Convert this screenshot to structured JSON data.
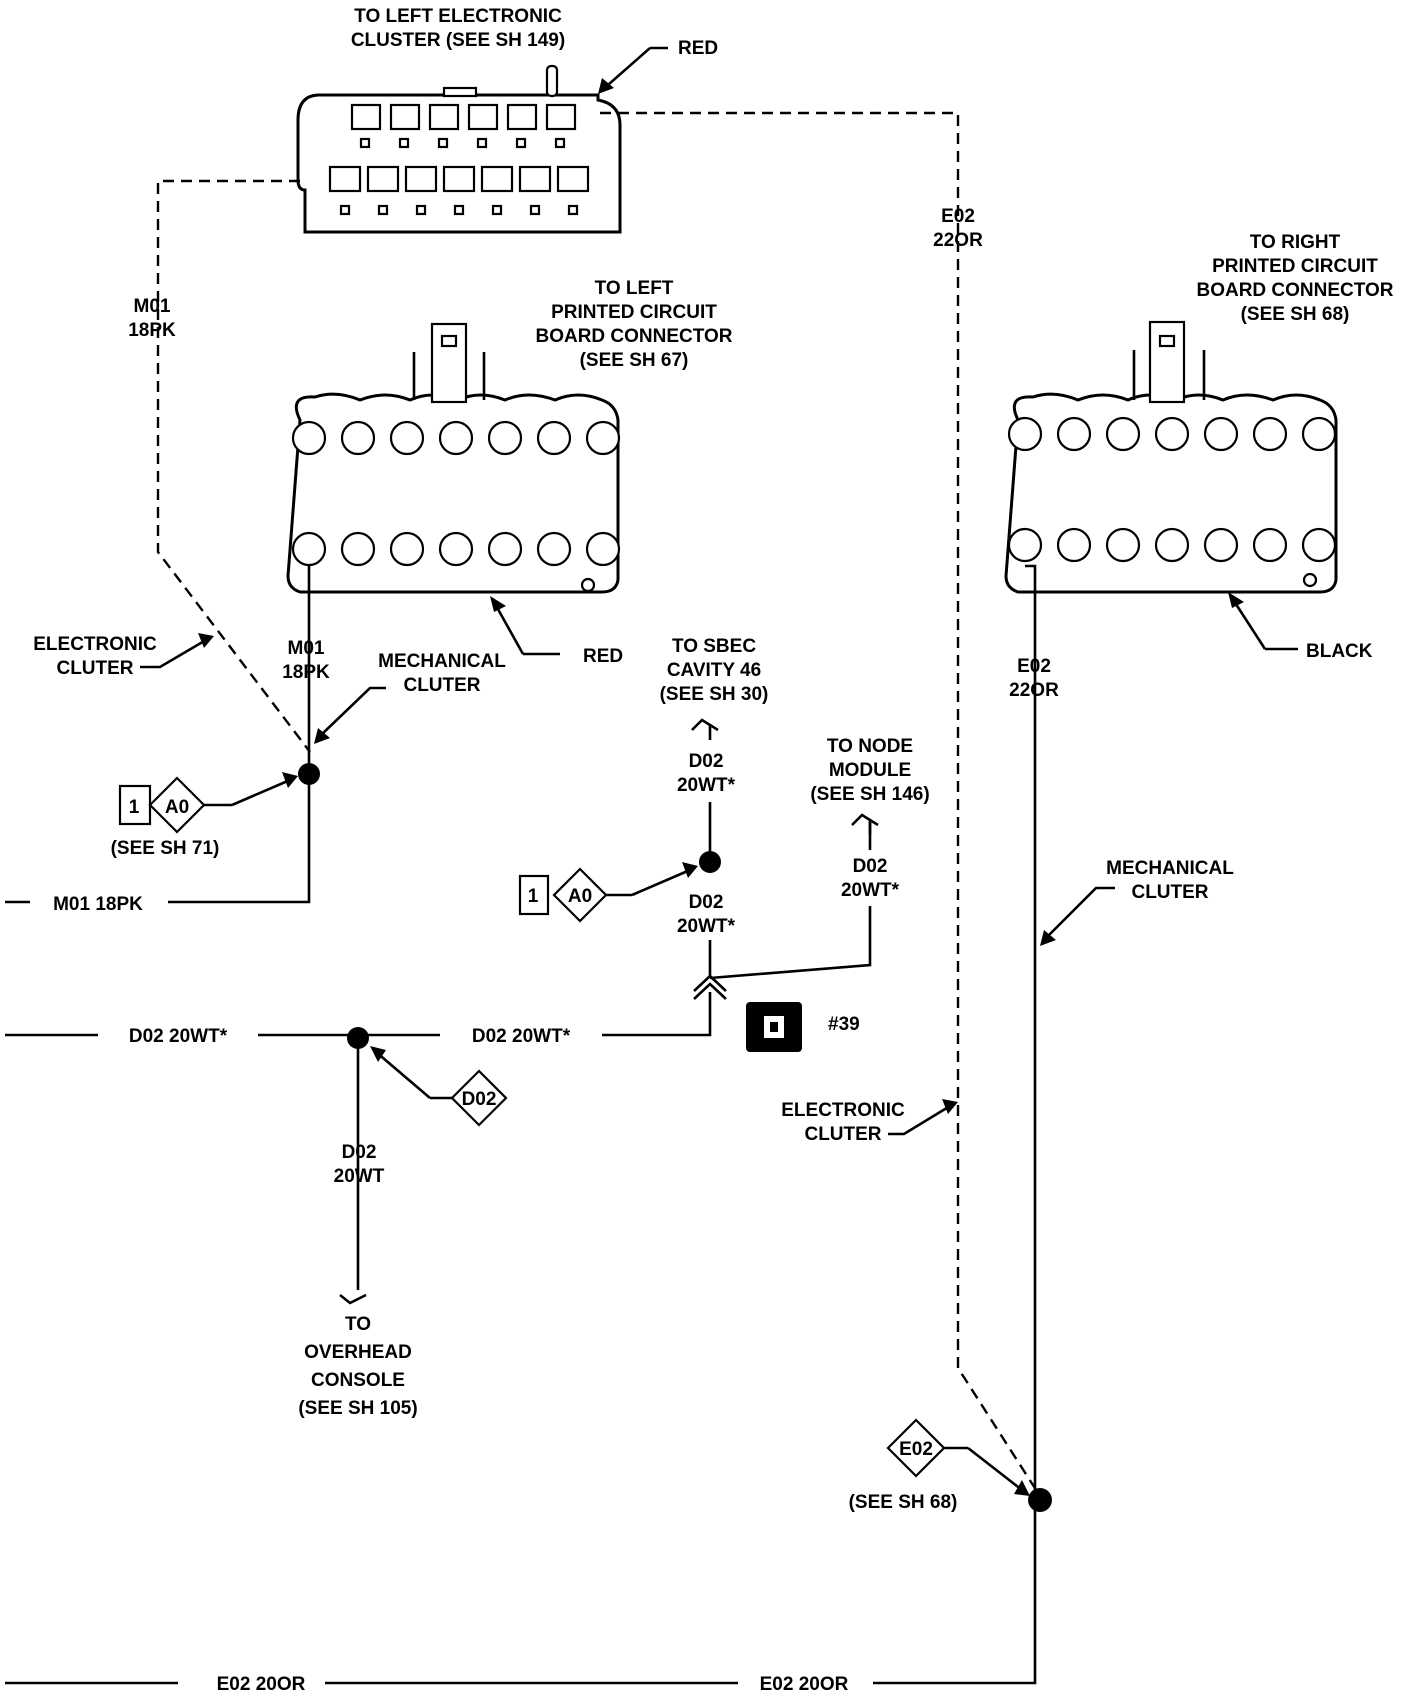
{
  "connectors": {
    "cluster": {
      "label_lines": [
        "TO LEFT ELECTRONIC",
        "CLUSTER (SEE SH 149)"
      ],
      "color": "RED"
    },
    "left_pcb": {
      "label_lines": [
        "TO LEFT",
        "PRINTED CIRCUIT",
        "BOARD CONNECTOR",
        "(SEE SH 67)"
      ],
      "color": "RED"
    },
    "right_pcb": {
      "label_lines": [
        "TO RIGHT",
        "PRINTED CIRCUIT",
        "BOARD CONNECTOR",
        "(SEE SH 68)"
      ],
      "color": "BLACK"
    }
  },
  "wires": {
    "m01_vertical": [
      "M01",
      "18PK"
    ],
    "m01_pcb": [
      "M01",
      "18PK"
    ],
    "m01_bottom": "M01 18PK",
    "e02_vertical": [
      "E02",
      "22OR"
    ],
    "e02_pcb": [
      "E02",
      "22OR"
    ],
    "d02_sbec_upper": [
      "D02",
      "20WT*"
    ],
    "d02_sbec_lower": [
      "D02",
      "20WT*"
    ],
    "d02_node": [
      "D02",
      "20WT*"
    ],
    "d02_left": "D02 20WT*",
    "d02_mid": "D02 20WT*",
    "d02_down": [
      "D02",
      "20WT"
    ],
    "e02_bottom_left": "E02 20OR",
    "e02_bottom_right": "E02 20OR"
  },
  "labels": {
    "electronic_cluter_left": [
      "ELECTRONIC",
      "CLUTER"
    ],
    "mechanical_cluter_left": [
      "MECHANICAL",
      "CLUTER"
    ],
    "mechanical_cluter_right": [
      "MECHANICAL",
      "CLUTER"
    ],
    "electronic_cluter_right": [
      "ELECTRONIC",
      "CLUTER"
    ],
    "to_sbec": [
      "TO SBEC",
      "CAVITY 46",
      "(SEE SH 30)"
    ],
    "to_node": [
      "TO NODE",
      "MODULE",
      "(SEE SH 146)"
    ],
    "to_overhead": [
      "TO",
      "OVERHEAD",
      "CONSOLE",
      "(SEE SH 105)"
    ],
    "splice_ref": "#39"
  },
  "splices": {
    "a0_left": {
      "num": "1",
      "code": "A0",
      "note": "(SEE SH 71)"
    },
    "a0_mid": {
      "num": "1",
      "code": "A0"
    },
    "d02": {
      "code": "D02"
    },
    "e02": {
      "code": "E02",
      "note": "(SEE SH 68)"
    }
  }
}
